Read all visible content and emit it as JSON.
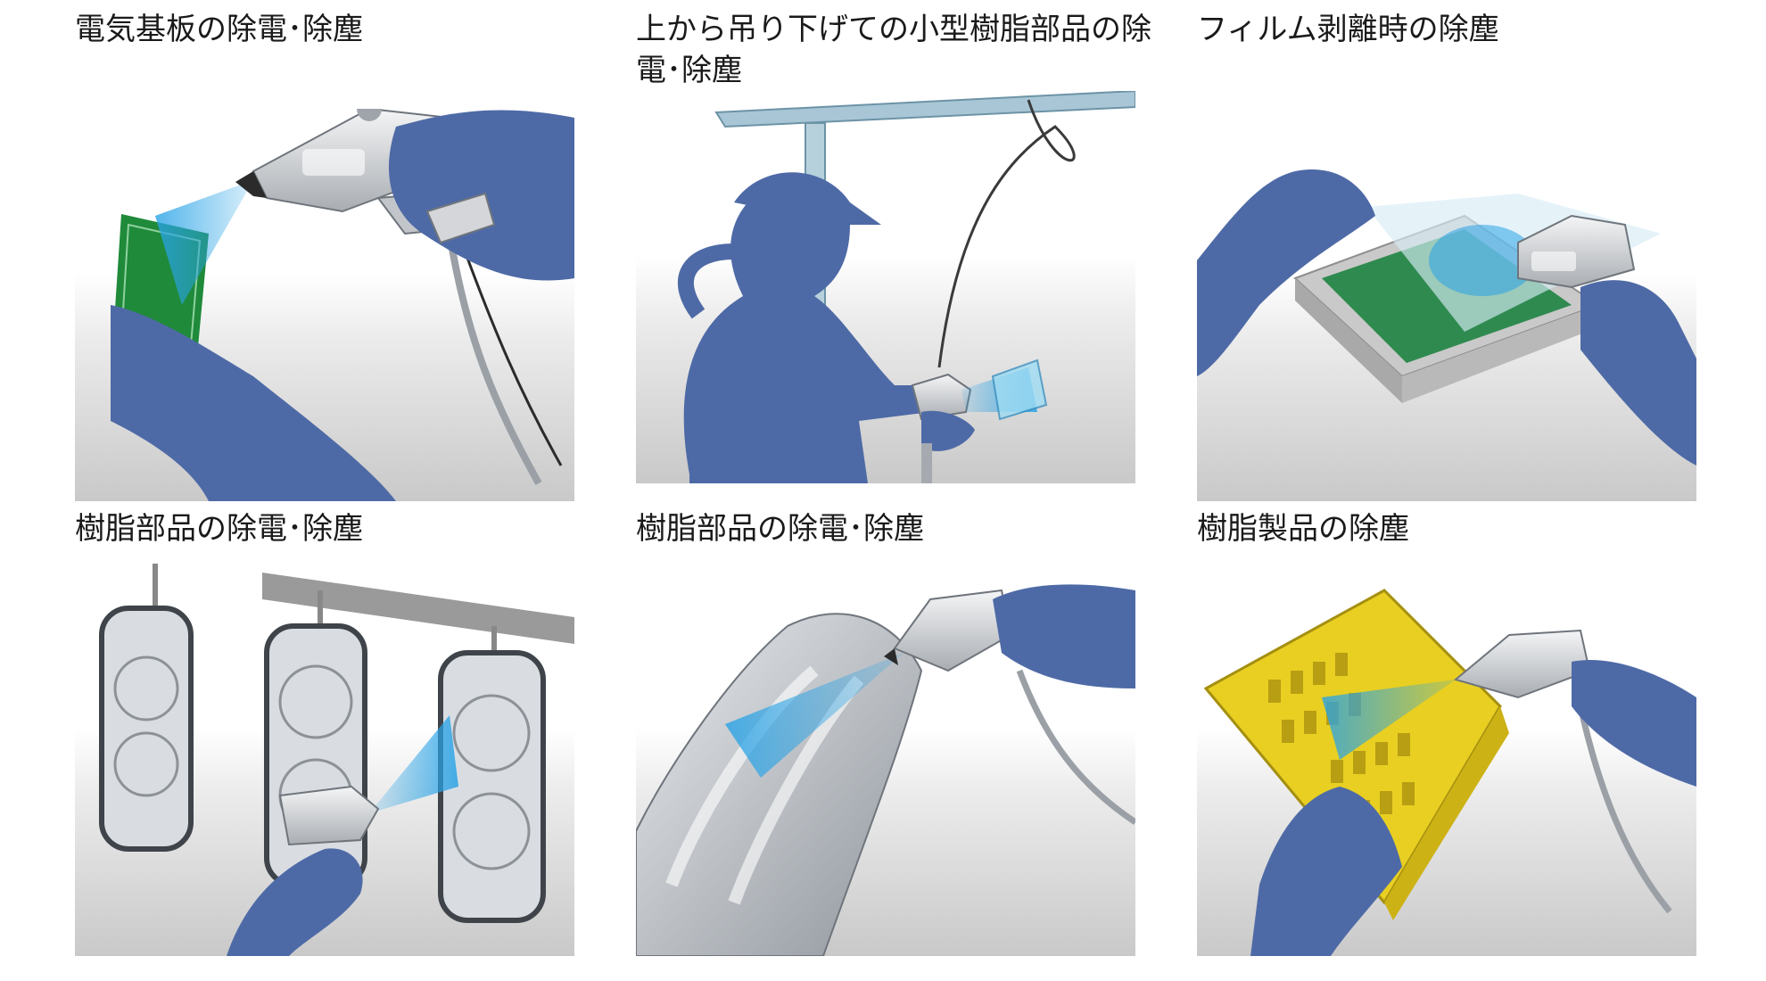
{
  "panels": [
    {
      "title": "電気基板の除電･除塵",
      "icon": "circuit-board-ionizer-illustration"
    },
    {
      "title": "上から吊り下げての小型樹脂部品の除電･除塵",
      "icon": "suspended-ionizer-illustration"
    },
    {
      "title": "フィルム剥離時の除塵",
      "icon": "film-peeling-illustration"
    },
    {
      "title": "樹脂部品の除電･除塵",
      "icon": "hanging-resin-parts-illustration"
    },
    {
      "title": "樹脂部品の除電･除塵",
      "icon": "car-bumper-illustration"
    },
    {
      "title": "樹脂製品の除塵",
      "icon": "yellow-crate-illustration"
    }
  ],
  "colors": {
    "glove": "#4e6aa6",
    "blast": "#29a3e6",
    "board": "#1f8a3a",
    "crate": "#e8cf22",
    "gun": "#d4d6d9"
  }
}
